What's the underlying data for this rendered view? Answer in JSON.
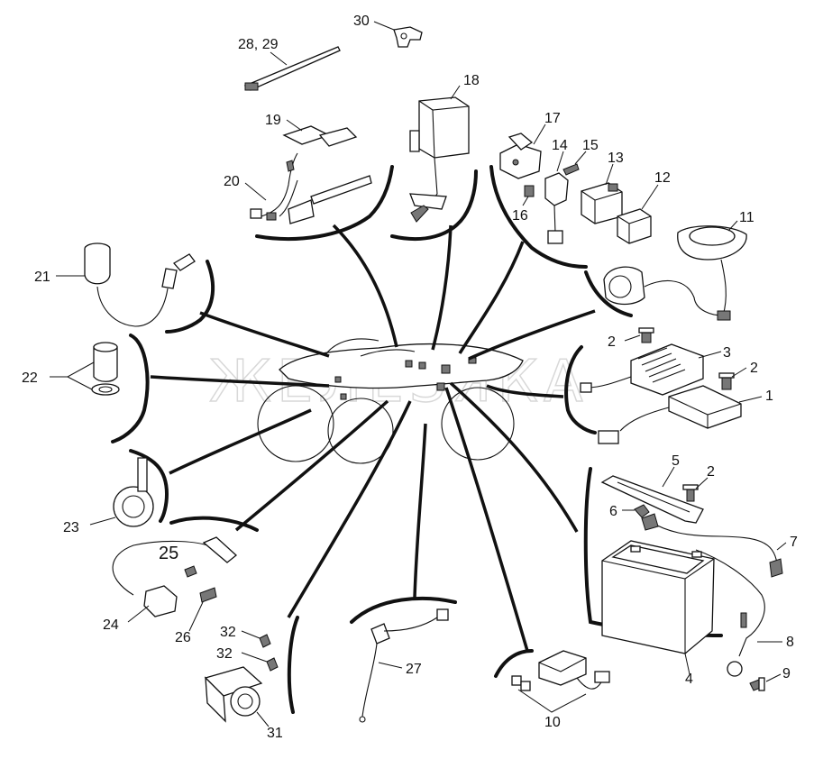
{
  "watermark": "ЖЕЛЕЗЯКА",
  "callouts": {
    "c1": "1",
    "c2a": "2",
    "c2b": "2",
    "c2c": "2",
    "c3": "3",
    "c4": "4",
    "c5": "5",
    "c6": "6",
    "c7": "7",
    "c8": "8",
    "c9": "9",
    "c10": "10",
    "c11": "11",
    "c12": "12",
    "c13": "13",
    "c14": "14",
    "c15": "15",
    "c16": "16",
    "c17": "17",
    "c18": "18",
    "c19": "19",
    "c20": "20",
    "c21": "21",
    "c22": "22",
    "c23": "23",
    "c24": "24",
    "c25": "25",
    "c26": "26",
    "c27": "27",
    "c2829": "28, 29",
    "c30": "30",
    "c31": "31",
    "c32a": "32",
    "c32b": "32"
  }
}
